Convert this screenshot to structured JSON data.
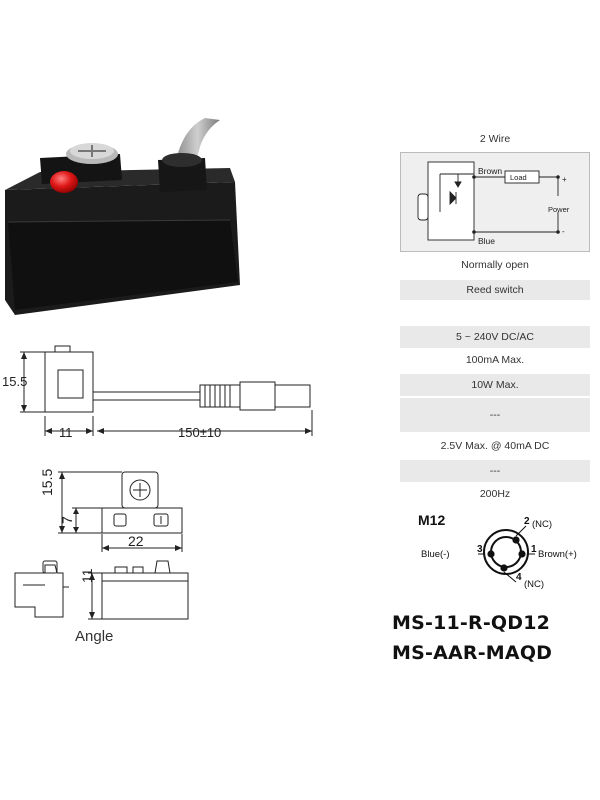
{
  "wiring": {
    "title": "2 Wire",
    "brown": "Brown",
    "blue": "Blue",
    "load": "Load",
    "power": "Power",
    "plus": "+",
    "minus": "-"
  },
  "specs": [
    {
      "text": "Normally open",
      "shaded": false
    },
    {
      "text": "Reed switch",
      "shaded": true
    },
    {
      "text": "5 ~ 240V DC/AC",
      "shaded": true
    },
    {
      "text": "100mA Max.",
      "shaded": false
    },
    {
      "text": "10W Max.",
      "shaded": true
    },
    {
      "text": "---",
      "shaded": true
    },
    {
      "text": "2.5V Max. @ 40mA DC",
      "shaded": false
    },
    {
      "text": "---",
      "shaded": true
    },
    {
      "text": "200Hz",
      "shaded": false
    }
  ],
  "connector": {
    "title": "M12",
    "pin1": "1",
    "pin2": "2",
    "pin3": "3",
    "pin4": "4",
    "pin1_label": "Brown(+)",
    "pin2_label": "(NC)",
    "pin3_label": "Blue(-)",
    "pin4_label": "(NC)"
  },
  "drawing": {
    "height_label": "15.5",
    "body_length": "11",
    "cable_length": "150±10",
    "top_height": "15.5",
    "mount_height": "7",
    "width": "22",
    "side_height": "11",
    "angle_caption": "Angle"
  },
  "models": [
    "MS-11-R-QD12",
    "MS-AAR-MAQD"
  ]
}
